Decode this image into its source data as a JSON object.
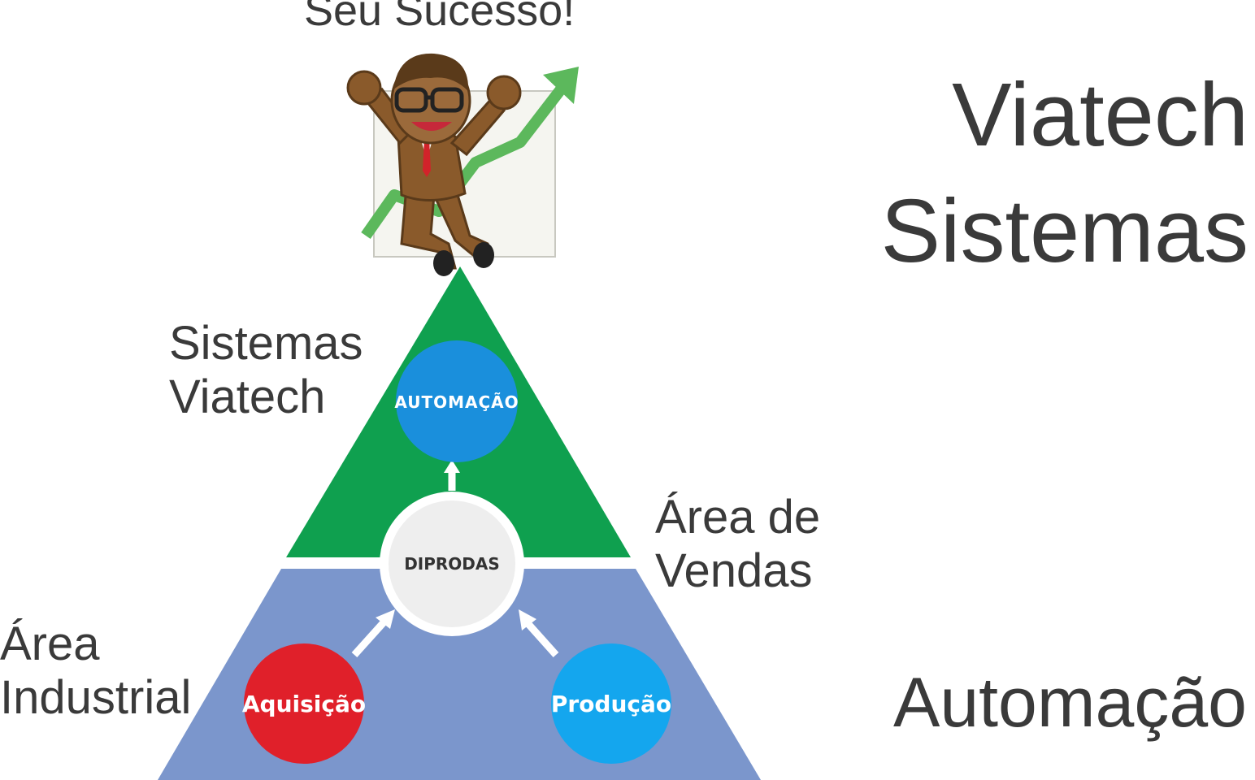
{
  "header": {
    "caption": "Seu Sucesso!"
  },
  "brand": {
    "line1": "Viatech",
    "line2": "Sistemas"
  },
  "labels": {
    "sistemas_viatech": [
      "Sistemas",
      "Viatech"
    ],
    "area_vendas": [
      "Área de",
      "Vendas"
    ],
    "area_industrial": [
      "Área",
      "Industrial"
    ],
    "automacao_bottom": "Automação"
  },
  "pyramid": {
    "top_color": "#0fa04f",
    "bottom_color": "#7b96cc",
    "nodes": {
      "top": {
        "label": "AUTOMAÇÃO",
        "color": "#1a8fdc"
      },
      "center": {
        "label": "DIPRODAS",
        "color": "#eeeeee"
      },
      "left": {
        "label": "Aquisição",
        "color": "#e0202a"
      },
      "right": {
        "label": "Produção",
        "color": "#14a6ee"
      }
    }
  },
  "illustration": {
    "icon": "success-businessman-icon",
    "arrow_color": "#5cb85c",
    "suit_color": "#8a5a2b"
  }
}
